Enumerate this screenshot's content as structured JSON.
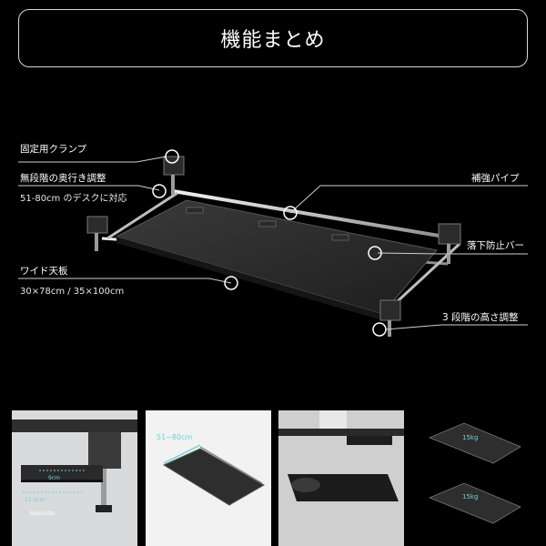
{
  "header": {
    "title": "機能まとめ"
  },
  "callouts": {
    "clamp": "固定用クランプ",
    "depth_adjust": "無段階の奥行き調整",
    "depth_range": "51-80cm のデスクに対応",
    "reinforce_pipe": "補強パイプ",
    "fall_bar": "落下防止バー",
    "wide_top": "ワイド天板",
    "top_sizes": "30×78cm / 35×100cm",
    "height_adjust": "3 段階の高さ調整"
  },
  "thumbnails": {
    "t1": {
      "m1": "9cm",
      "m2": "11.5cm",
      "brand": "Bauhutte"
    },
    "t2": {
      "range": "51~80cm"
    },
    "t4": {
      "load_top": "15kg",
      "load_bottom": "15kg"
    }
  },
  "colors": {
    "background": "#000000",
    "text": "#ffffff",
    "leader_line": "#cfcfcf",
    "accent_cyan": "#6fd3d8"
  }
}
